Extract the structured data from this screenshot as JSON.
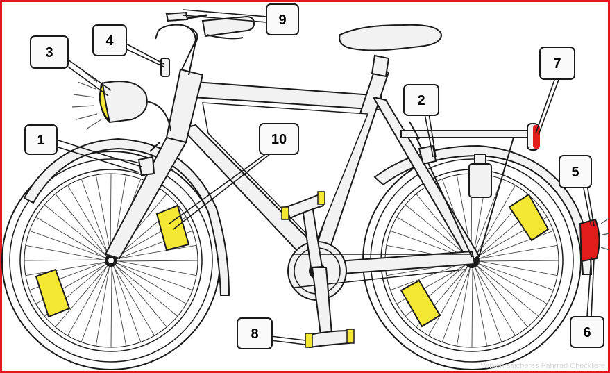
{
  "colors": {
    "background": "#ffffff",
    "border": "#e5161d",
    "frame_fill": "#f2f2f2",
    "line": "#1a1a1a",
    "reflector_yellow": "#f5e835",
    "reflector_red": "#e21b1b",
    "callout_fill": "#fafafa"
  },
  "callouts": [
    {
      "id": "1",
      "label": "1",
      "part": "front-brake"
    },
    {
      "id": "2",
      "label": "2",
      "part": "rear-brake"
    },
    {
      "id": "3",
      "label": "3",
      "part": "front-headlight"
    },
    {
      "id": "4",
      "label": "4",
      "part": "front-white-reflector"
    },
    {
      "id": "5",
      "label": "5",
      "part": "rear-light"
    },
    {
      "id": "6",
      "label": "6",
      "part": "rear-red-reflector"
    },
    {
      "id": "7",
      "label": "7",
      "part": "rear-red-reflector-upper"
    },
    {
      "id": "8",
      "label": "8",
      "part": "pedal-reflectors"
    },
    {
      "id": "9",
      "label": "9",
      "part": "bell"
    },
    {
      "id": "10",
      "label": "10",
      "part": "spoke-reflectors"
    }
  ],
  "watermark": "Verkehrssicheres Fahrrad Checkliste"
}
